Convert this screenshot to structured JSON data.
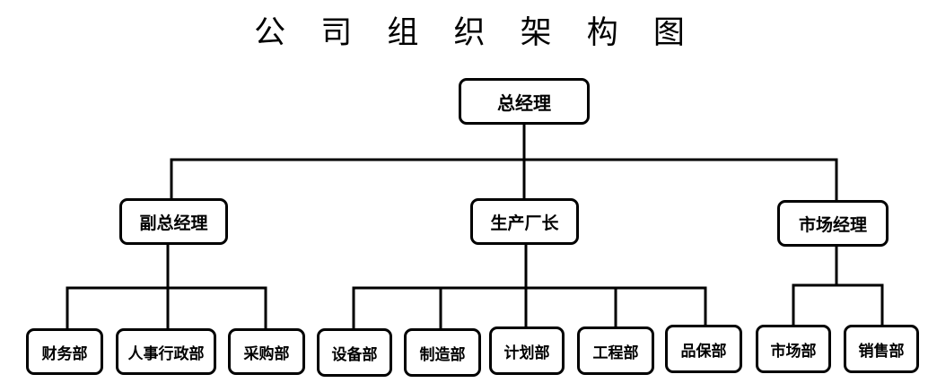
{
  "title": "公 司 组 织 架 构 图",
  "nodes": {
    "gm": "总经理",
    "deputy_gm": "副总经理",
    "plant_director": "生产厂长",
    "marketing_manager": "市场经理",
    "finance": "财务部",
    "hr_admin": "人事行政部",
    "purchasing": "采购部",
    "equipment": "设备部",
    "manufacturing": "制造部",
    "planning": "计划部",
    "engineering": "工程部",
    "quality": "品保部",
    "market": "市场部",
    "sales": "销售部"
  },
  "edges": [
    [
      "gm",
      "deputy_gm"
    ],
    [
      "gm",
      "plant_director"
    ],
    [
      "gm",
      "marketing_manager"
    ],
    [
      "deputy_gm",
      "finance"
    ],
    [
      "deputy_gm",
      "hr_admin"
    ],
    [
      "deputy_gm",
      "purchasing"
    ],
    [
      "plant_director",
      "equipment"
    ],
    [
      "plant_director",
      "manufacturing"
    ],
    [
      "plant_director",
      "planning"
    ],
    [
      "plant_director",
      "engineering"
    ],
    [
      "plant_director",
      "quality"
    ],
    [
      "marketing_manager",
      "market"
    ],
    [
      "marketing_manager",
      "sales"
    ]
  ]
}
